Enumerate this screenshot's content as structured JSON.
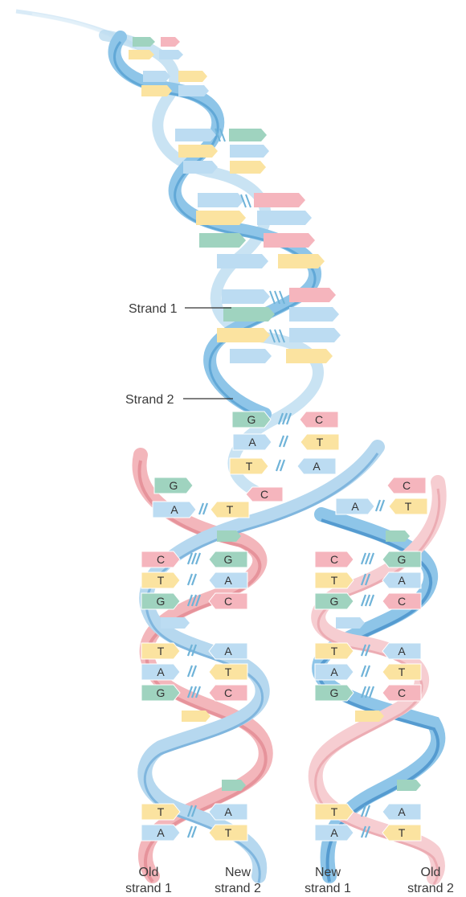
{
  "labels": {
    "strand1": "Strand 1",
    "strand2": "Strand 2",
    "bottom": [
      {
        "line1": "Old",
        "line2": "strand 1"
      },
      {
        "line1": "New",
        "line2": "strand 2"
      },
      {
        "line1": "New",
        "line2": "strand 1"
      },
      {
        "line1": "Old",
        "line2": "strand 2"
      }
    ]
  },
  "colors": {
    "strand_blue": "#8ec5e8",
    "strand_blue_dark": "#3d8fc9",
    "strand_pink": "#f3b6bb",
    "strand_pink_dark": "#e0848d",
    "base_G": "#9fd3bf",
    "base_C": "#f5b5bd",
    "base_A": "#bcdcf2",
    "base_T": "#fbe3a0",
    "hbond": "#6fb3d8"
  },
  "parent_pairs": [
    {
      "left": "G",
      "right": "C"
    },
    {
      "left": "A",
      "right": "T"
    },
    {
      "left": "T",
      "right": "A"
    }
  ],
  "unzipped": {
    "left_bases": [
      "G",
      "A",
      "C"
    ],
    "right_bases": [
      "A",
      "C",
      "T"
    ],
    "left_pair_new": "T",
    "right_pair_new": "T"
  },
  "daughter_pairs": [
    {
      "left": "C",
      "right": "G"
    },
    {
      "left": "T",
      "right": "A"
    },
    {
      "left": "G",
      "right": "C"
    },
    {
      "left": "T",
      "right": "A"
    },
    {
      "left": "A",
      "right": "T"
    },
    {
      "left": "G",
      "right": "C"
    },
    {
      "left": "T",
      "right": "A"
    },
    {
      "left": "A",
      "right": "T"
    }
  ]
}
